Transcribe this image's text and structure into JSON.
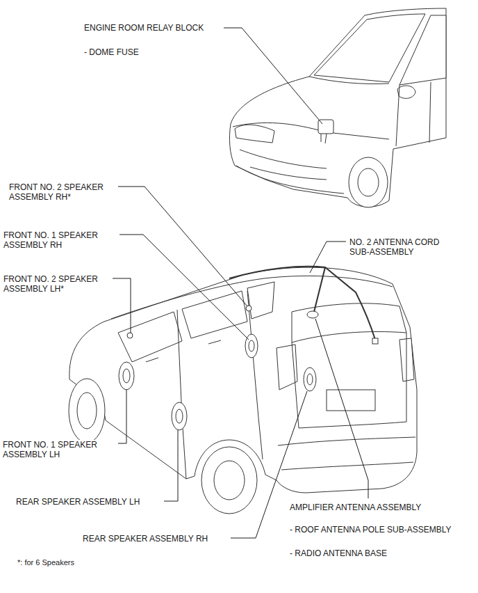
{
  "diagram": {
    "labels": [
      "ENGINE ROOM RELAY BLOCK",
      "- DOME FUSE",
      "FRONT NO. 2 SPEAKER ASSEMBLY RH*",
      "FRONT NO. 1 SPEAKER ASSEMBLY RH",
      "NO. 2 ANTENNA CORD SUB-ASSEMBLY",
      "FRONT NO. 2 SPEAKER ASSEMBLY LH*",
      "FRONT NO. 1 SPEAKER ASSEMBLY LH",
      "REAR SPEAKER ASSEMBLY LH",
      "AMPLIFIER ANTENNA ASSEMBLY",
      "- ROOF ANTENNA POLE SUB-ASSEMBLY",
      "REAR SPEAKER ASSEMBLY RH",
      "- RADIO ANTENNA BASE",
      "*: for 6 Speakers"
    ]
  }
}
